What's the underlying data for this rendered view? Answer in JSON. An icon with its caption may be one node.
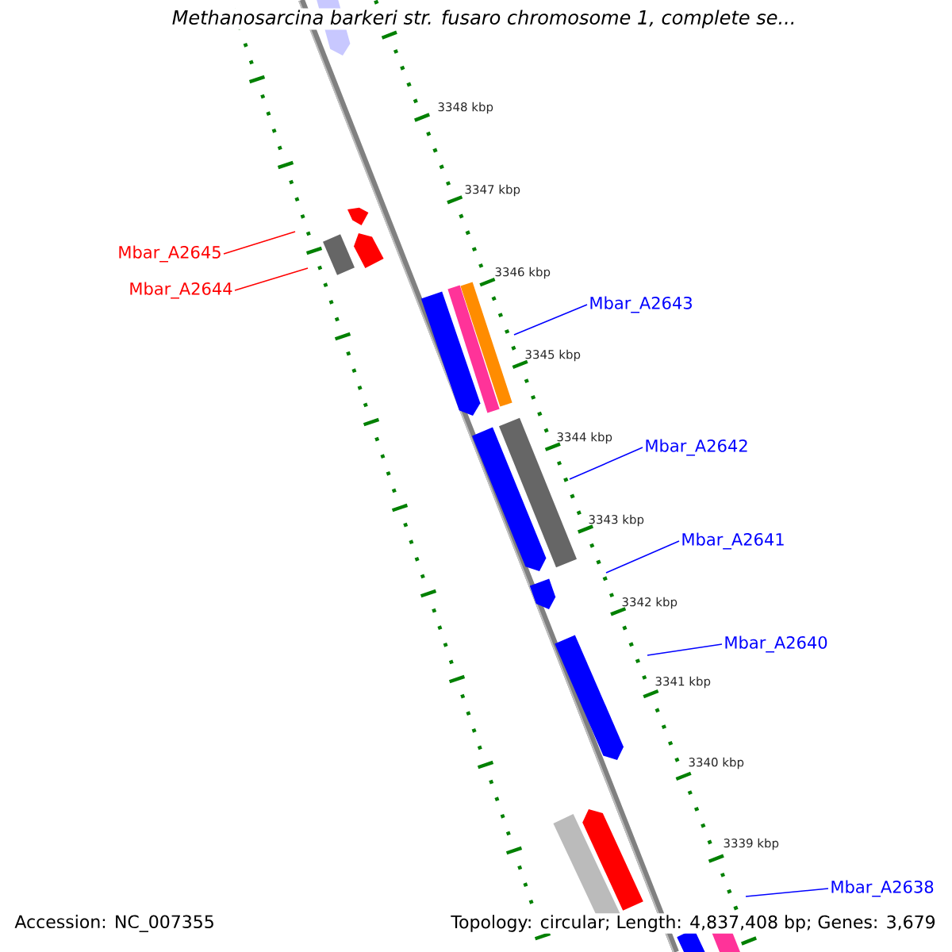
{
  "diagram": {
    "title": "Methanosarcina barkeri str. fusaro chromosome 1, complete se...",
    "nodes": [
      {
        "text": [
          "Mbar_A2645"
        ]
      },
      {
        "text": [
          "Mbar_A2644"
        ]
      },
      {
        "text": [
          "Mbar_A2643"
        ]
      },
      {
        "text": [
          "Mbar_A2642"
        ]
      },
      {
        "text": [
          "Mbar_A2641"
        ]
      },
      {
        "text": [
          "Mbar_A2640"
        ]
      },
      {
        "text": [
          "Mbar_A2638"
        ]
      }
    ],
    "edges": [
      {
        "from": 0,
        "to": null,
        "arrow": "none",
        "color": "#ff0000"
      },
      {
        "from": 1,
        "to": null,
        "arrow": "none",
        "color": "#ff0000"
      },
      {
        "from": 2,
        "to": null,
        "arrow": "none"
      },
      {
        "from": 3,
        "to": null,
        "arrow": "none"
      },
      {
        "from": 4,
        "to": null,
        "arrow": "none"
      },
      {
        "from": 5,
        "to": null,
        "arrow": "none"
      },
      {
        "from": 6,
        "to": null,
        "arrow": "none"
      }
    ],
    "labels": [
      "3348 kbp",
      "3347 kbp",
      "3346 kbp",
      "3345 kbp",
      "3344 kbp",
      "3343 kbp",
      "3342 kbp",
      "3341 kbp",
      "3340 kbp",
      "3339 kbp",
      "Accession: NC_007355",
      "Topology: circular; Length: 4,837,408 bp; Genes: 3,679"
    ]
  }
}
